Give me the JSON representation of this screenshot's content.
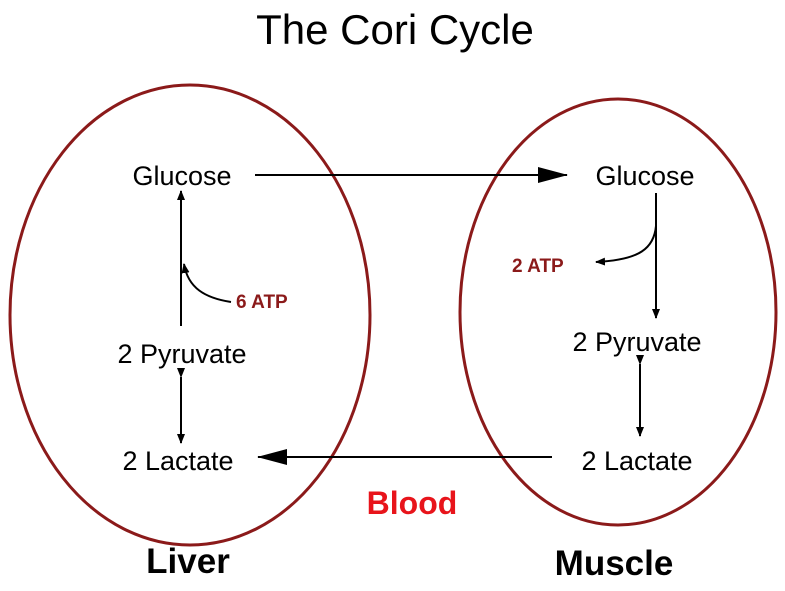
{
  "title": "The Cori Cycle",
  "colors": {
    "ellipse_stroke": "#8B1A1A",
    "atp_text": "#8B1A1A",
    "blood_text": "#E8141B",
    "arrow": "#000000"
  },
  "liver": {
    "label": "Liver",
    "glucose": "Glucose",
    "pyruvate": "2 Pyruvate",
    "lactate": "2 Lactate",
    "atp": "6 ATP"
  },
  "muscle": {
    "label": "Muscle",
    "glucose": "Glucose",
    "pyruvate": "2 Pyruvate",
    "lactate": "2 Lactate",
    "atp": "2 ATP"
  },
  "medium": {
    "label": "Blood"
  }
}
